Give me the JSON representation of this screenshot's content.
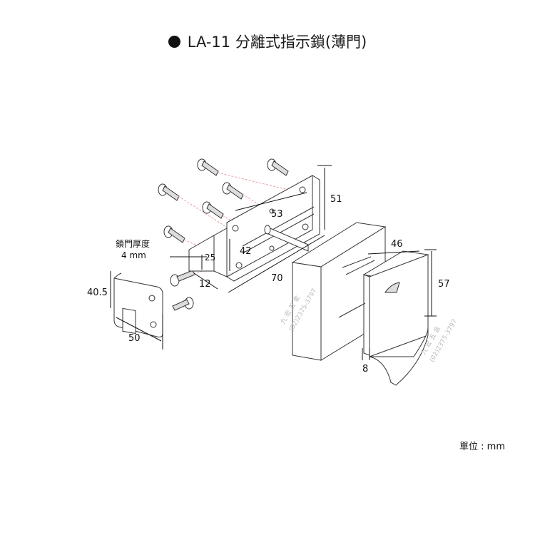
{
  "title": "LA-11 分離式指示鎖(薄門)",
  "unit_label": "單位 : mm",
  "door_thickness_label": "鎖門厚度",
  "door_thickness_value": "4 mm",
  "dimensions": {
    "d51": "51",
    "d53": "53",
    "d25": "25",
    "d42": "42",
    "d12": "12",
    "d70": "70",
    "d40_5": "40.5",
    "d50": "50",
    "d46": "46",
    "d57": "57",
    "d8": "8"
  },
  "watermark": {
    "name": "九 宏 五 金",
    "phone": "(02)2375-3797"
  }
}
